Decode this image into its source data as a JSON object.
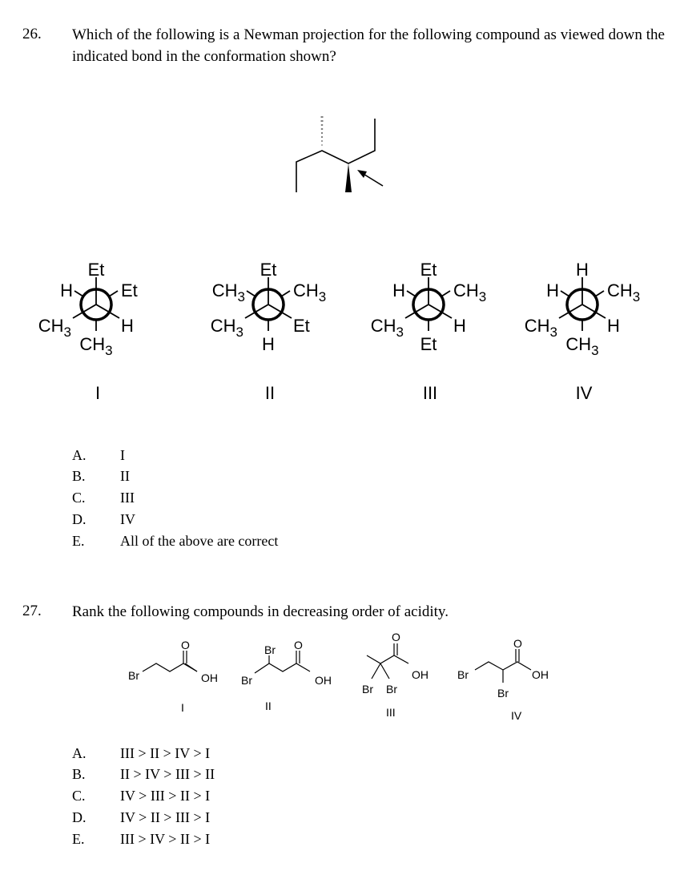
{
  "q26": {
    "number": "26.",
    "text": "Which of the following is a Newman projection for the following compound as viewed down the indicated bond in the conformation shown?",
    "projections": [
      {
        "roman": "I",
        "front": {
          "top": "Et",
          "bottom_left": "CH3",
          "bottom_right": "H"
        },
        "back": {
          "upper_left": "H",
          "upper_right": "Et",
          "bottom": "CH3"
        }
      },
      {
        "roman": "II",
        "front": {
          "top": "Et",
          "bottom_left": "CH3",
          "bottom_right": "Et"
        },
        "back": {
          "upper_left": "CH3",
          "upper_right": "CH3",
          "bottom": "H"
        }
      },
      {
        "roman": "III",
        "front": {
          "top": "Et",
          "bottom_left": "CH3",
          "bottom_right": "H"
        },
        "back": {
          "upper_left": "H",
          "upper_right": "CH3",
          "bottom": "Et"
        }
      },
      {
        "roman": "IV",
        "front": {
          "top": "H",
          "bottom_left": "CH3",
          "bottom_right": "H"
        },
        "back": {
          "upper_left": "H",
          "upper_right": "CH3",
          "bottom": "CH3"
        }
      }
    ],
    "options": [
      {
        "letter": "A.",
        "text": "I"
      },
      {
        "letter": "B.",
        "text": "II"
      },
      {
        "letter": "C.",
        "text": "III"
      },
      {
        "letter": "D.",
        "text": "IV"
      },
      {
        "letter": "E.",
        "text": "All of the above are correct"
      }
    ]
  },
  "q27": {
    "number": "27.",
    "text": "Rank the following compounds in decreasing order of acidity.",
    "compounds": [
      {
        "roman": "I",
        "labels": {
          "br": "Br",
          "oh": "OH",
          "o": "O"
        }
      },
      {
        "roman": "II",
        "labels": {
          "br": "Br",
          "br2": "Br",
          "oh": "OH",
          "o": "O"
        }
      },
      {
        "roman": "III",
        "labels": {
          "br": "Br",
          "br2": "Br",
          "oh": "OH",
          "o": "O"
        }
      },
      {
        "roman": "IV",
        "labels": {
          "br": "Br",
          "br2": "Br",
          "oh": "OH",
          "o": "O"
        }
      }
    ],
    "options": [
      {
        "letter": "A.",
        "text": "III > II > IV > I"
      },
      {
        "letter": "B.",
        "text": "II > IV > III > II"
      },
      {
        "letter": "C.",
        "text": "IV > III > II > I"
      },
      {
        "letter": "D.",
        "text": "IV > II > III > I"
      },
      {
        "letter": "E.",
        "text": "III > IV > II > I"
      }
    ]
  }
}
